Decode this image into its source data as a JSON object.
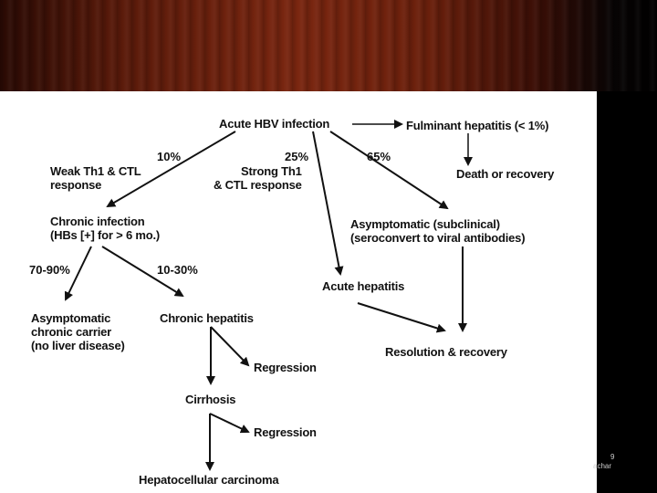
{
  "nodes": {
    "acute_hbv": "Acute HBV infection",
    "fulminant": "Fulminant hepatitis (< 1%)",
    "death_recovery": "Death or recovery",
    "weak_th1": "Weak Th1 & CTL\nresponse",
    "strong_th1": "Strong Th1\n& CTL response",
    "chronic_infection": "Chronic infection\n(HBs [+] for > 6 mo.)",
    "asymptomatic_subclinical": "Asymptomatic (subclinical)\n(seroconvert to viral antibodies)",
    "acute_hepatitis": "Acute hepatitis",
    "asymptomatic_carrier": "Asymptomatic\nchronic carrier\n(no liver disease)",
    "chronic_hepatitis": "Chronic hepatitis",
    "resolution": "Resolution & recovery",
    "regression_1": "Regression",
    "cirrhosis": "Cirrhosis",
    "regression_2": "Regression",
    "hcc": "Hepatocellular carcinoma"
  },
  "percentages": {
    "p10": "10%",
    "p25": "25%",
    "p65": "65%",
    "p70_90": "70-90%",
    "p10_30": "10-30%"
  },
  "slide": {
    "number": "9",
    "author": "achar"
  }
}
